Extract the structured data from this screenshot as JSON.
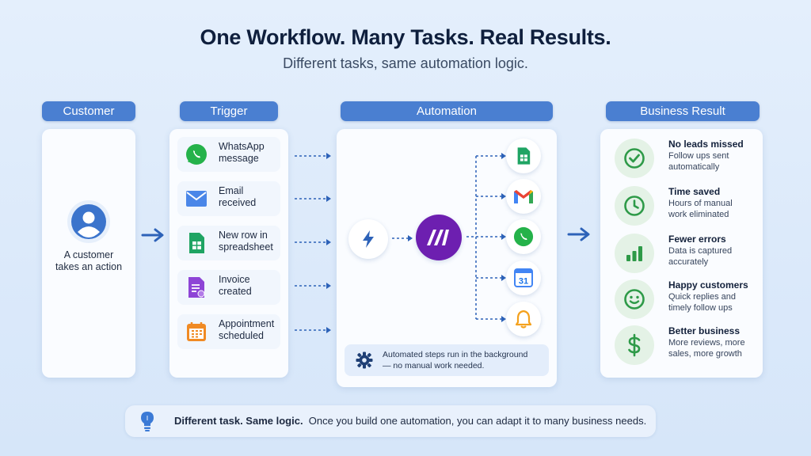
{
  "header": {
    "title": "One Workflow. Many Tasks. Real Results.",
    "subtitle": "Different tasks, same automation logic."
  },
  "columns": {
    "customer": "Customer",
    "trigger": "Trigger",
    "automation": "Automation",
    "result": "Business Result"
  },
  "customer": {
    "icon": "user-avatar-icon",
    "line1": "A customer",
    "line2": "takes an action"
  },
  "triggers": [
    {
      "line1": "WhatsApp",
      "line2": "message",
      "icon": "whatsapp-icon"
    },
    {
      "line1": "Email",
      "line2": "received",
      "icon": "mail-icon"
    },
    {
      "line1": "New row in",
      "line2": "spreadsheet",
      "icon": "sheets-icon"
    },
    {
      "line1": "Invoice",
      "line2": "created",
      "icon": "invoice-icon"
    },
    {
      "line1": "Appointment",
      "line2": "scheduled",
      "icon": "calendar-icon"
    }
  ],
  "automation": {
    "trigger_icon": "lightning-icon",
    "engine_icon": "make-logo-icon",
    "outputs": [
      "sheets-icon",
      "gmail-icon",
      "whatsapp-icon",
      "calendar-31-icon",
      "bell-icon"
    ],
    "calendar_number": "31",
    "note_line1": "Automated steps run in the background",
    "note_line2": "— no manual work needed."
  },
  "results": [
    {
      "title": "No leads missed",
      "line1": "Follow ups sent",
      "line2": "automatically",
      "icon": "check-circle-icon"
    },
    {
      "title": "Time saved",
      "line1": "Hours of manual",
      "line2": "work eliminated",
      "icon": "clock-icon"
    },
    {
      "title": "Fewer errors",
      "line1": "Data is captured",
      "line2": "accurately",
      "icon": "bar-chart-icon"
    },
    {
      "title": "Happy customers",
      "line1": "Quick replies and",
      "line2": "timely follow ups",
      "icon": "smile-icon"
    },
    {
      "title": "Better business",
      "line1": "More reviews, more",
      "line2": "sales, more growth",
      "icon": "dollar-icon"
    }
  ],
  "footer": {
    "bold": "Different task. Same logic.",
    "text": "Once you build one automation, you can adapt it to many business needs.",
    "icon": "lightbulb-icon"
  },
  "colors": {
    "pill": "#4a7fd1",
    "arrow": "#2d62b8",
    "result_green": "#2e9a48",
    "make_purple": "#6d1fb0"
  }
}
